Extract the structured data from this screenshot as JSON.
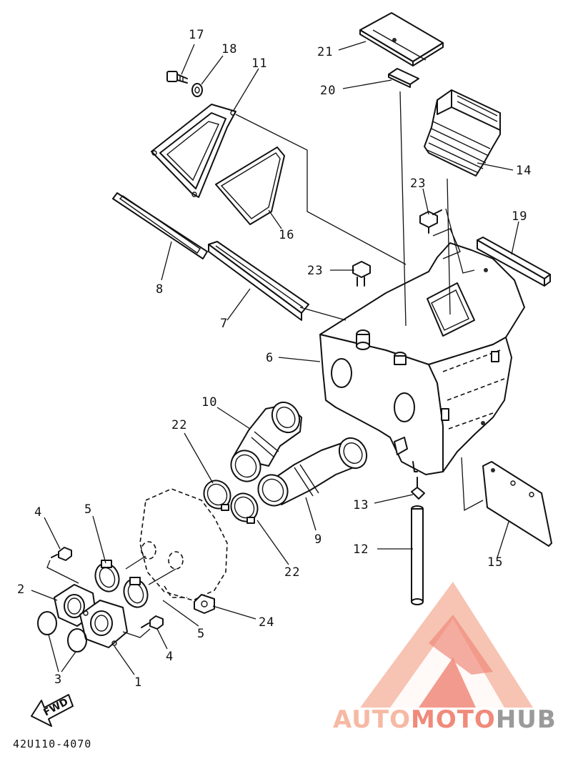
{
  "diagram": {
    "part_code": "42U110-4070",
    "direction_label": "FWD",
    "callouts": [
      {
        "id": "c17",
        "text": "17"
      },
      {
        "id": "c18",
        "text": "18"
      },
      {
        "id": "c11",
        "text": "11"
      },
      {
        "id": "c21",
        "text": "21"
      },
      {
        "id": "c20",
        "text": "20"
      },
      {
        "id": "c14",
        "text": "14"
      },
      {
        "id": "c23a",
        "text": "23"
      },
      {
        "id": "c19",
        "text": "19"
      },
      {
        "id": "c16",
        "text": "16"
      },
      {
        "id": "c8",
        "text": "8"
      },
      {
        "id": "c23b",
        "text": "23"
      },
      {
        "id": "c7",
        "text": "7"
      },
      {
        "id": "c6",
        "text": "6"
      },
      {
        "id": "c10",
        "text": "10"
      },
      {
        "id": "c22a",
        "text": "22"
      },
      {
        "id": "c22b",
        "text": "22"
      },
      {
        "id": "c9",
        "text": "9"
      },
      {
        "id": "c13",
        "text": "13"
      },
      {
        "id": "c12",
        "text": "12"
      },
      {
        "id": "c15",
        "text": "15"
      },
      {
        "id": "c4a",
        "text": "4"
      },
      {
        "id": "c5a",
        "text": "5"
      },
      {
        "id": "c2",
        "text": "2"
      },
      {
        "id": "c5b",
        "text": "5"
      },
      {
        "id": "c24",
        "text": "24"
      },
      {
        "id": "c4b",
        "text": "4"
      },
      {
        "id": "c3",
        "text": "3"
      },
      {
        "id": "c1",
        "text": "1"
      }
    ]
  },
  "watermark": {
    "part1": "AUTO",
    "part2": "MOTO",
    "part3": "HUB",
    "colors": {
      "light": "#f6b9a4",
      "strong": "#f08a7a",
      "hub": "#9a9a9a"
    }
  }
}
